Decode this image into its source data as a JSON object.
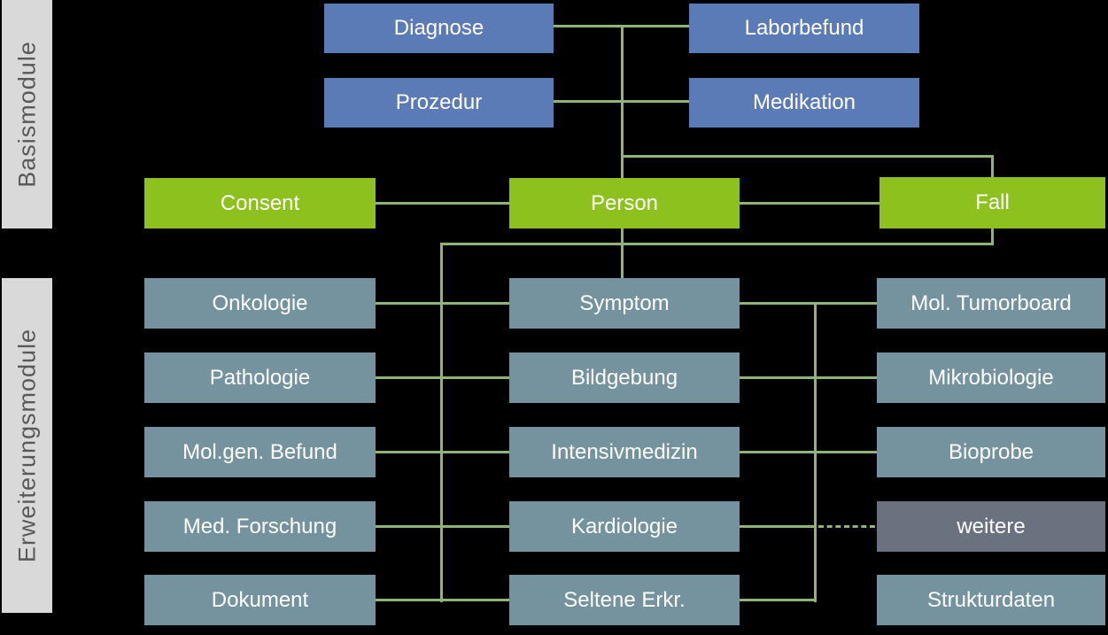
{
  "colors": {
    "background": "#000000",
    "basis-blue": "#5B7BB6",
    "core-green": "#8DC21E",
    "extension-slate": "#75939F",
    "weitere-gray": "#6A7280",
    "connector-green": "#90B377",
    "sidebar-bg": "#D9D9D9",
    "sidebar-text": "#595959",
    "box-text": "#FFFFFF"
  },
  "sidebar": {
    "basis_label": "Basismodule",
    "extension_label": "Erweiterungsmodule"
  },
  "nodes": {
    "diagnose": {
      "label": "Diagnose"
    },
    "laborbefund": {
      "label": "Laborbefund"
    },
    "prozedur": {
      "label": "Prozedur"
    },
    "medikation": {
      "label": "Medikation"
    },
    "consent": {
      "label": "Consent"
    },
    "person": {
      "label": "Person"
    },
    "fall": {
      "label": "Fall"
    },
    "onkologie": {
      "label": "Onkologie"
    },
    "pathologie": {
      "label": "Pathologie"
    },
    "molgen_befund": {
      "label": "Mol.gen. Befund"
    },
    "med_forschung": {
      "label": "Med. Forschung"
    },
    "dokument": {
      "label": "Dokument"
    },
    "symptom": {
      "label": "Symptom"
    },
    "bildgebung": {
      "label": "Bildgebung"
    },
    "intensivmedizin": {
      "label": "Intensivmedizin"
    },
    "kardiologie": {
      "label": "Kardiologie"
    },
    "seltene_erkr": {
      "label": "Seltene Erkr."
    },
    "mol_tumorboard": {
      "label": "Mol. Tumorboard"
    },
    "mikrobiologie": {
      "label": "Mikrobiologie"
    },
    "bioprobe": {
      "label": "Bioprobe"
    },
    "weitere": {
      "label": "weitere"
    },
    "strukturdaten": {
      "label": "Strukturdaten"
    }
  },
  "edges": [
    {
      "from": "diagnose",
      "to": "laborbefund",
      "style": "solid"
    },
    {
      "from": "prozedur",
      "to": "medikation",
      "style": "solid"
    },
    {
      "from": "basis-trunk",
      "to": "person",
      "style": "solid"
    },
    {
      "from": "basis-trunk",
      "to": "fall",
      "style": "solid"
    },
    {
      "from": "consent",
      "to": "person",
      "style": "solid"
    },
    {
      "from": "person",
      "to": "fall",
      "style": "solid"
    },
    {
      "from": "person",
      "to": "symptom",
      "style": "solid"
    },
    {
      "from": "fall",
      "to": "extension-bus",
      "style": "solid"
    },
    {
      "from": "onkologie",
      "to": "symptom",
      "style": "solid"
    },
    {
      "from": "pathologie",
      "to": "bildgebung",
      "style": "solid"
    },
    {
      "from": "molgen_befund",
      "to": "intensivmedizin",
      "style": "solid"
    },
    {
      "from": "med_forschung",
      "to": "kardiologie",
      "style": "solid"
    },
    {
      "from": "dokument",
      "to": "seltene_erkr",
      "style": "solid"
    },
    {
      "from": "symptom",
      "to": "mol_tumorboard",
      "style": "solid"
    },
    {
      "from": "bildgebung",
      "to": "mikrobiologie",
      "style": "solid"
    },
    {
      "from": "intensivmedizin",
      "to": "bioprobe",
      "style": "solid"
    },
    {
      "from": "kardiologie",
      "to": "weitere",
      "style": "dashed"
    },
    {
      "from": "seltene_erkr",
      "to": "right-riser",
      "style": "solid"
    }
  ]
}
